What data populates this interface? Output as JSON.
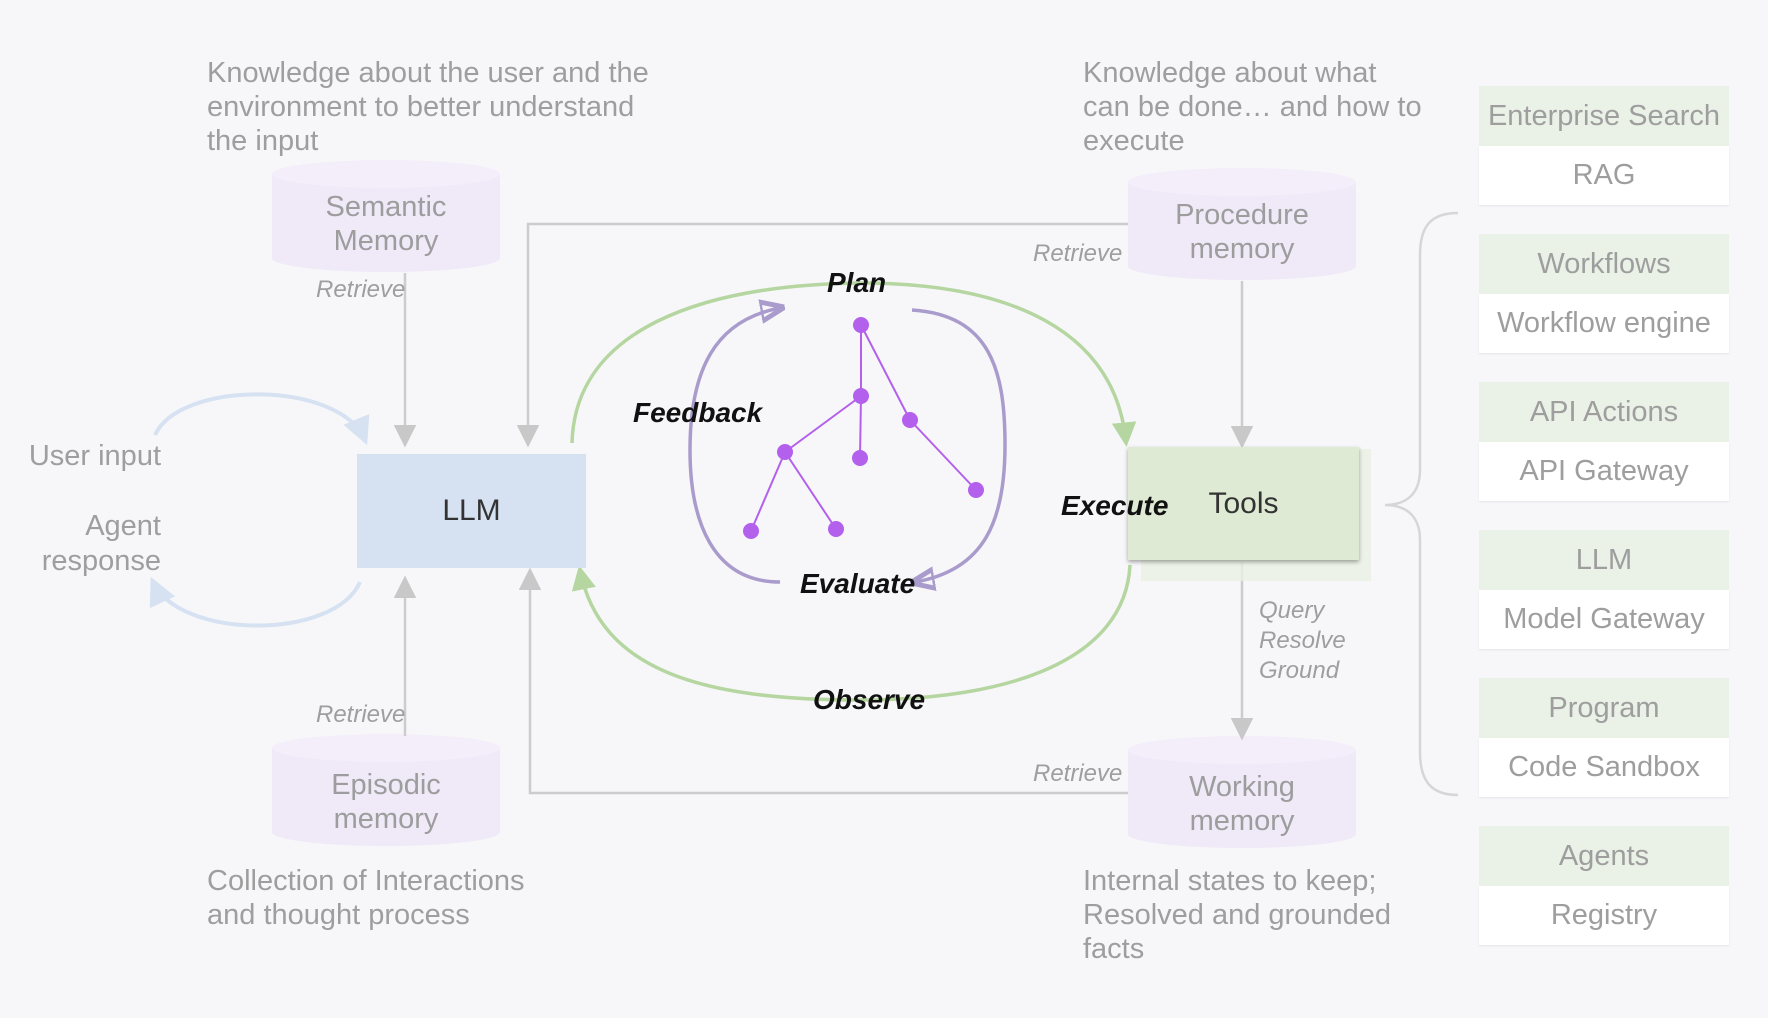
{
  "descriptions": {
    "semantic": [
      "Knowledge about the user and the",
      "environment to better understand",
      "the input"
    ],
    "procedure": [
      "Knowledge about what",
      "can be done… and how to",
      "execute"
    ],
    "episodic": [
      "Collection of Interactions",
      "and thought process"
    ],
    "working": [
      "Internal states to keep;",
      "Resolved and grounded",
      "facts"
    ]
  },
  "memories": {
    "semantic": [
      "Semantic",
      "Memory"
    ],
    "procedure": [
      "Procedure",
      "memory"
    ],
    "episodic": [
      "Episodic",
      "memory"
    ],
    "working": [
      "Working",
      "memory"
    ]
  },
  "retrieve_label": "Retrieve",
  "io": {
    "user_input": "User input",
    "agent_response": [
      "Agent",
      "response"
    ]
  },
  "boxes": {
    "llm": "LLM",
    "tools": "Tools"
  },
  "loop": {
    "plan": "Plan",
    "feedback": "Feedback",
    "evaluate": "Evaluate",
    "execute": "Execute",
    "observe": "Observe"
  },
  "tool_query": [
    "Query",
    "Resolve",
    "Ground"
  ],
  "categories": [
    {
      "top": "Enterprise Search",
      "bottom": "RAG"
    },
    {
      "top": "Workflows",
      "bottom": "Workflow engine"
    },
    {
      "top": "API Actions",
      "bottom": "API Gateway"
    },
    {
      "top": "LLM",
      "bottom": "Model Gateway"
    },
    {
      "top": "Program",
      "bottom": "Code Sandbox"
    },
    {
      "top": "Agents",
      "bottom": "Registry"
    }
  ],
  "colors": {
    "memory_fill": "#efe9f8",
    "llm_fill": "#d6e2f2",
    "tools_fill": "#deead3",
    "loop_green": "#b5d6a0",
    "feedback_purple": "#a99ccd",
    "tree_purple": "#b360ec",
    "connector_gray": "#cccccc",
    "io_blue": "#d6e2f2"
  }
}
